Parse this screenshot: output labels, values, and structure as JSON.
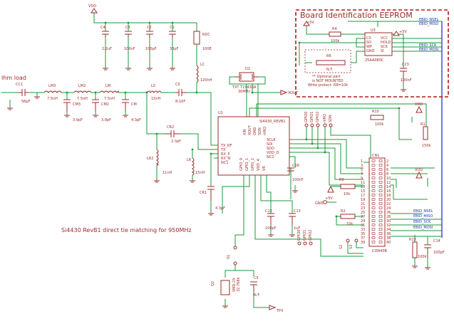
{
  "title_load": "Ihm load",
  "caption": "Si4430 RevB1 direct tie matching for 950MHz",
  "eeprom": {
    "title": "Board Identification EEPROM",
    "note1": "** Optional part",
    "note2": "is NOT MOUNTED",
    "note3": "Write protect: R8=10k",
    "ref_u": "U3",
    "part_u": "25AA080C",
    "r4": "R4",
    "r4v": "100k",
    "r6": "R6",
    "r6v": "N.F.",
    "c23": "C23",
    "c23v": "100nF",
    "vdd1": "+5V",
    "vdd2": "+5V",
    "pins_left": [
      "CS",
      "SO",
      "WP",
      "GND"
    ],
    "pins_right": [
      "VCC",
      "HOLD",
      "SCK",
      "SI"
    ],
    "nets": [
      "EBID_NSEL",
      "EBID_MISO",
      "EBID_SCK",
      "EBID_MOSI"
    ]
  },
  "vdd_top": "VDD",
  "caps_top": [
    {
      "ref": "C4",
      "val": "2.2uF"
    },
    {
      "ref": "C3",
      "val": "100nF"
    },
    {
      "ref": "C2",
      "val": "100pF"
    },
    {
      "ref": "C1",
      "val": "33pF"
    }
  ],
  "r_top": {
    "ref": "RDC",
    "val": "100E"
  },
  "lc": {
    "ref": "LC",
    "val": "120nH"
  },
  "filter": [
    {
      "ref": "LM3",
      "val": "7.5nH"
    },
    {
      "ref": "LM2",
      "val": "7.5nH"
    },
    {
      "ref": "LM",
      "val": "7.5nH"
    },
    {
      "ref": "L0",
      "val": "15nH"
    },
    {
      "ref": "C0",
      "val": "8-10F"
    }
  ],
  "shunt_caps": [
    {
      "ref": "CM3",
      "val": "3.9pF"
    },
    {
      "ref": "CM2",
      "val": "3.9pF"
    },
    {
      "ref": "CM",
      "val": "4.3pF"
    }
  ],
  "cc1": {
    "ref": "CC1",
    "val": "56pF"
  },
  "cr2": {
    "ref": "CR2",
    "val": "2.3pF"
  },
  "lr2": {
    "ref": "LR2",
    "val": "11nH"
  },
  "lr": {
    "ref": "LR",
    "val": "15nH"
  },
  "cr1": {
    "ref": "CR1",
    "val": "4.3pF"
  },
  "xtal": {
    "ref": "D1",
    "val1": "TXT T21430A",
    "val2": "30MHz"
  },
  "xout": "XOUT",
  "u1": {
    "ref": "U1",
    "part": "SI4430_REVB1",
    "pins_left": [
      "TX_RF",
      "TX",
      "RX_P",
      "RX_N",
      "NC1"
    ],
    "pins_right": [
      "SCLK",
      "SDI",
      "SDO",
      "VDD_D",
      "NC2"
    ],
    "pins_bot": [
      "GPIO_0",
      "GPIO_1",
      "GPIO_2",
      "VDD_A",
      "VR"
    ],
    "pins_top": [
      "XIN",
      "XOUT",
      "GND",
      "SDN",
      "nIRQ"
    ]
  },
  "c18": {
    "ref": "C18",
    "val": "100nF"
  },
  "c12": {
    "ref": "C12",
    "val": "100pF"
  },
  "c13": {
    "ref": "C13",
    "val": "1uF"
  },
  "r10": {
    "ref": "R10",
    "val": "100k"
  },
  "r1": {
    "ref": "R1",
    "val": "150k"
  },
  "r9": {
    "ref": "R9",
    "val": "10k"
  },
  "r2": {
    "ref": "R2",
    "val": "10k"
  },
  "r13": {
    "ref": "R13",
    "val": "100k"
  },
  "c14": {
    "ref": "C14",
    "val": "100pF"
  },
  "vdd_right": [
    "VDD",
    "VDD"
  ],
  "plus5": "+5V",
  "testpoints_top": [
    "GPIO0",
    "GPIO1",
    "GPIO2",
    "nIRQ",
    "SDN"
  ],
  "testpoints_bot": [
    "GPIO0",
    "GPIO1",
    "GPIO2"
  ],
  "sw": [
    "S1",
    "S2",
    "S3"
  ],
  "gnd_label": "GND",
  "conn": {
    "ref": "CN1",
    "part": "CON40B",
    "pins": [
      "1",
      "2",
      "3",
      "4",
      "5",
      "6",
      "7",
      "8",
      "9",
      "10",
      "11",
      "12",
      "13",
      "14",
      "15",
      "16",
      "17",
      "18",
      "19",
      "20",
      "21",
      "22",
      "23",
      "24",
      "25",
      "26",
      "27",
      "28",
      "29",
      "30",
      "31",
      "32",
      "33",
      "34",
      "35",
      "36",
      "37",
      "38",
      "39",
      "40"
    ],
    "nets": [
      "EBID_NSEL",
      "EBID_MISO",
      "EBID_SCK",
      "EBID_MOSI"
    ]
  },
  "q2": {
    "ref": "Q2",
    "val": "SMD-2X",
    "val2": "32.768k"
  },
  "c5": {
    "ref": "C5",
    "val": "N.F."
  },
  "tpx": "TPX"
}
